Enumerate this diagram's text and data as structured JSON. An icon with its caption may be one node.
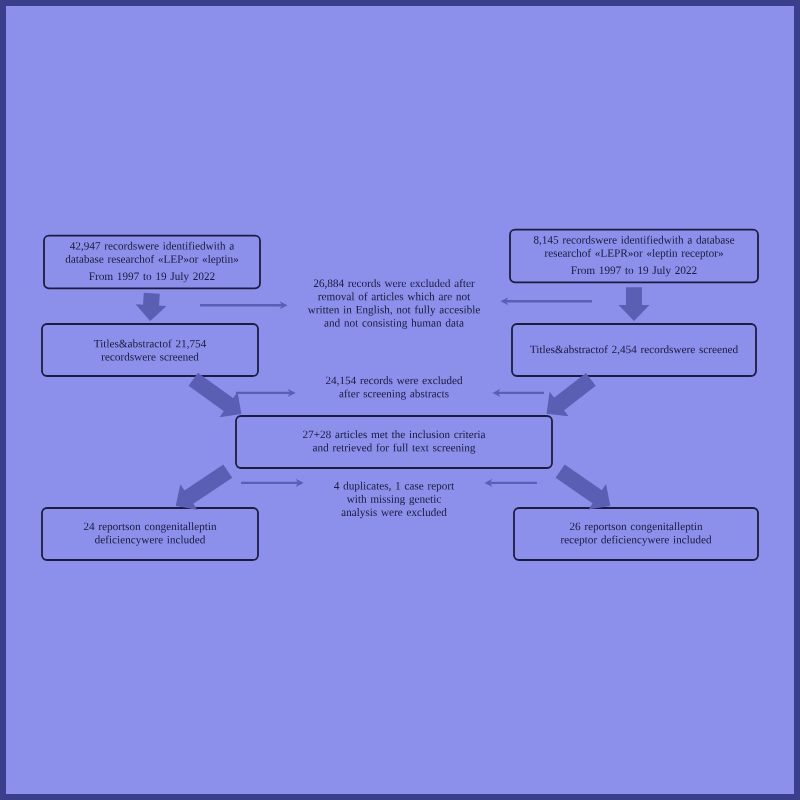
{
  "diagram": {
    "nodes": [
      {
        "text": [
          "42,947 recordswere identifiedwith a database researchof «LEP»or «leptin»",
          "From 1997 to 19 July 2022"
        ]
      },
      {
        "text": [
          "8,145 recordswere identifiedwith a database researchof «LEPR»or «leptin receptor»",
          "From 1997 to 19 July 2022"
        ]
      },
      {
        "text": [
          "26,884 records were excluded after removal of articles which are not written in English, not fully accesible and not consisting human data"
        ]
      },
      {
        "text": [
          "Titles&abstractof 21,754 recordswere screened"
        ]
      },
      {
        "text": [
          "Titles&abstractof 2,454 recordswere screened"
        ]
      },
      {
        "text": [
          "24,154 records were excluded after screening abstracts"
        ]
      },
      {
        "text": [
          "27+28 articles met the inclusion criteria and retrieved for full text screening"
        ]
      },
      {
        "text": [
          "4 duplicates, 1 case report with missing genetic analysis were excluded"
        ]
      },
      {
        "text": [
          "24 reportson congenitalleptin deficiencywere included"
        ]
      },
      {
        "text": [
          "26 reportson congenitalleptin receptor deficiencywere included"
        ]
      }
    ],
    "edges": [
      {
        "from": 0,
        "to": 3,
        "arrow": "to",
        "style": "thick"
      },
      {
        "from": 1,
        "to": 4,
        "arrow": "to",
        "style": "thick"
      },
      {
        "from": 0,
        "to": 2,
        "arrow": "to"
      },
      {
        "from": 1,
        "to": 2,
        "arrow": "to"
      },
      {
        "from": 3,
        "to": 6,
        "arrow": "to",
        "style": "thick"
      },
      {
        "from": 4,
        "to": 6,
        "arrow": "to",
        "style": "thick"
      },
      {
        "from": 3,
        "to": 5,
        "arrow": "to"
      },
      {
        "from": 4,
        "to": 5,
        "arrow": "to"
      },
      {
        "from": 6,
        "to": 8,
        "arrow": "to",
        "style": "thick"
      },
      {
        "from": 6,
        "to": 9,
        "arrow": "to",
        "style": "thick"
      },
      {
        "from": 6,
        "to": 7,
        "arrow": "to"
      },
      {
        "from": 6,
        "to": 7,
        "arrow": "to"
      }
    ]
  }
}
